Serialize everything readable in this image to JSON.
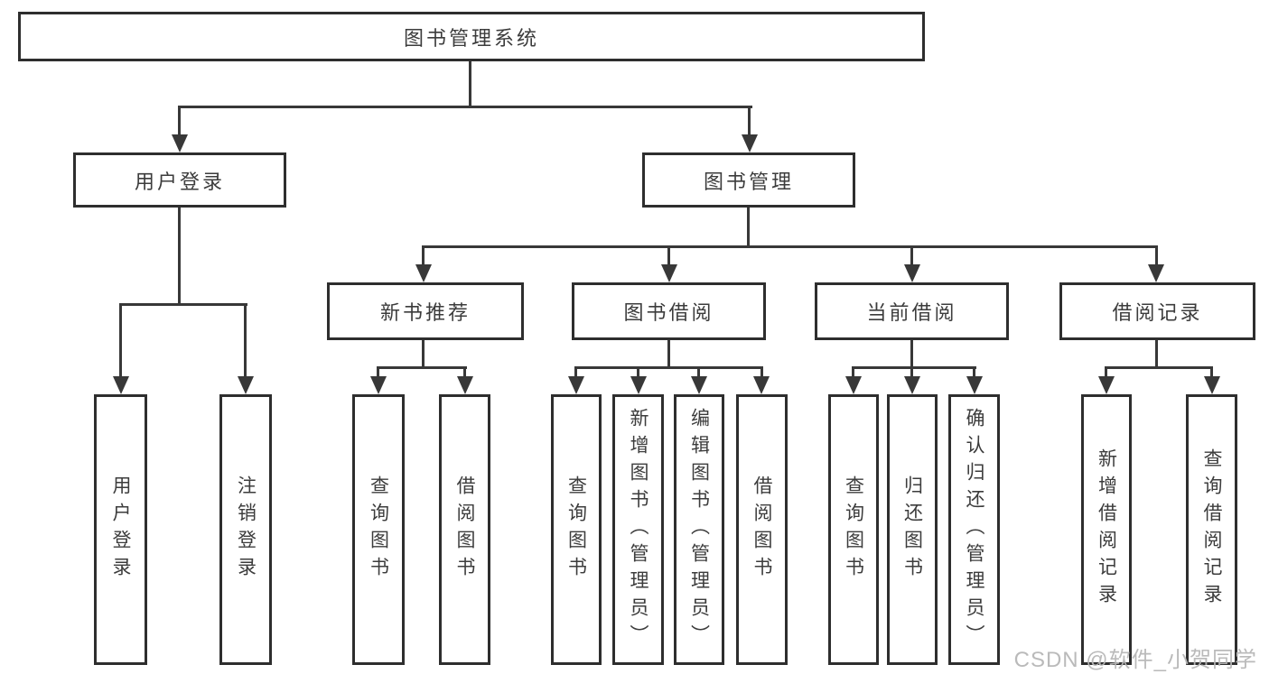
{
  "tree": {
    "label": "图书管理系统",
    "children": [
      {
        "label": "用户登录",
        "children": [
          {
            "label": "用户登录"
          },
          {
            "label": "注销登录"
          }
        ]
      },
      {
        "label": "图书管理",
        "children": [
          {
            "label": "新书推荐",
            "children": [
              {
                "label": "查询图书"
              },
              {
                "label": "借阅图书"
              }
            ]
          },
          {
            "label": "图书借阅",
            "children": [
              {
                "label": "查询图书"
              },
              {
                "label": "新增图书（管理员）"
              },
              {
                "label": "编辑图书（管理员）"
              },
              {
                "label": "借阅图书"
              }
            ]
          },
          {
            "label": "当前借阅",
            "children": [
              {
                "label": "查询图书"
              },
              {
                "label": "归还图书"
              },
              {
                "label": "确认归还（管理员）"
              }
            ]
          },
          {
            "label": "借阅记录",
            "children": [
              {
                "label": "新增借阅记录"
              },
              {
                "label": "查询借阅记录"
              }
            ]
          }
        ]
      }
    ]
  },
  "watermark": "CSDN @软件_小贺同学",
  "colors": {
    "background": "#ffffff",
    "box_border": "#2e2e2e",
    "line": "#383838",
    "text": "#3c3c3c",
    "watermark_text": "#b6b6b6"
  }
}
